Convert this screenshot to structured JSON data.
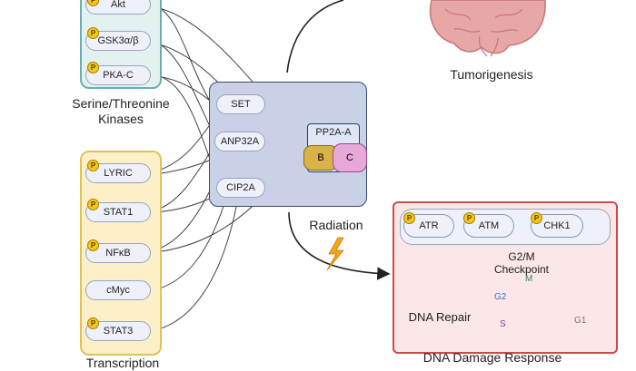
{
  "kinases": {
    "title_line1": "Serine/Threonine",
    "title_line2": "Kinases",
    "items": [
      {
        "label": "Akt",
        "phospho": "P"
      },
      {
        "label": "GSK3α/β",
        "phospho": "P"
      },
      {
        "label": "PKA-C",
        "phospho": "P"
      }
    ]
  },
  "transcription": {
    "title": "Transcription",
    "items": [
      {
        "label": "LYRIC",
        "phospho": "P"
      },
      {
        "label": "STAT1",
        "phospho": "P"
      },
      {
        "label": "NFκB",
        "phospho": "P"
      },
      {
        "label": "cMyc",
        "phospho": ""
      },
      {
        "label": "STAT3",
        "phospho": "P"
      }
    ]
  },
  "inhibitors": {
    "items": [
      "SET",
      "ANP32A",
      "CIP2A"
    ],
    "pp2a": {
      "label": "PP2A-A",
      "b": "B",
      "c": "C"
    }
  },
  "tumor": {
    "label": "Tumorigenesis"
  },
  "radiation": {
    "label": "Radiation"
  },
  "ddr": {
    "title": "DNA Damage Response",
    "kinases": [
      {
        "label": "ATR",
        "phospho": "P"
      },
      {
        "label": "ATM",
        "phospho": "P"
      },
      {
        "label": "CHK1",
        "phospho": "P"
      }
    ],
    "repair_label": "DNA Repair",
    "checkpoint_line1": "G2/M",
    "checkpoint_line2": "Checkpoint",
    "phases": {
      "g2": "G2",
      "m": "M",
      "s": "S",
      "g1": "G1"
    }
  }
}
